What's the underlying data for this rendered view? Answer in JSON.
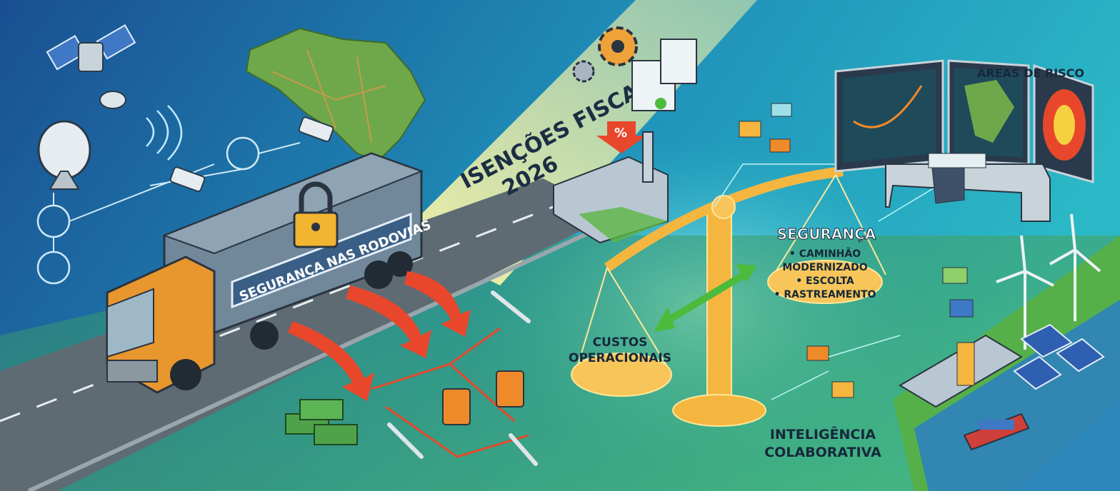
{
  "labels": {
    "risk_areas": "ÁREAS DE RISCO",
    "tax_exemptions_line1": "ISENÇÕES FISCAIS",
    "tax_exemptions_line2": "2026",
    "truck_banner": "SEGURANÇA NAS RODOVIAS",
    "security_title": "SEGURANÇA",
    "security_items": [
      "• CAMINHÃO",
      "MODERNIZADO",
      "• ESCOLTA",
      "• RASTREAMENTO"
    ],
    "costs_line1": "CUSTOS",
    "costs_line2": "OPERACIONAIS",
    "intel_line1": "INTELIGÊNCIA",
    "intel_line2": "COLABORATIVA",
    "tax_badge": "%"
  },
  "colors": {
    "bg_left": "#1a5296",
    "bg_right": "#2bb6c6",
    "ground": "#3fa34a",
    "beam": "#fff7a8",
    "truck_cab": "#e8962e",
    "trailer": "#6f8797",
    "scale": "#f5b640",
    "arrow_red": "#e8472b",
    "arrow_green": "#4cbb3c"
  }
}
